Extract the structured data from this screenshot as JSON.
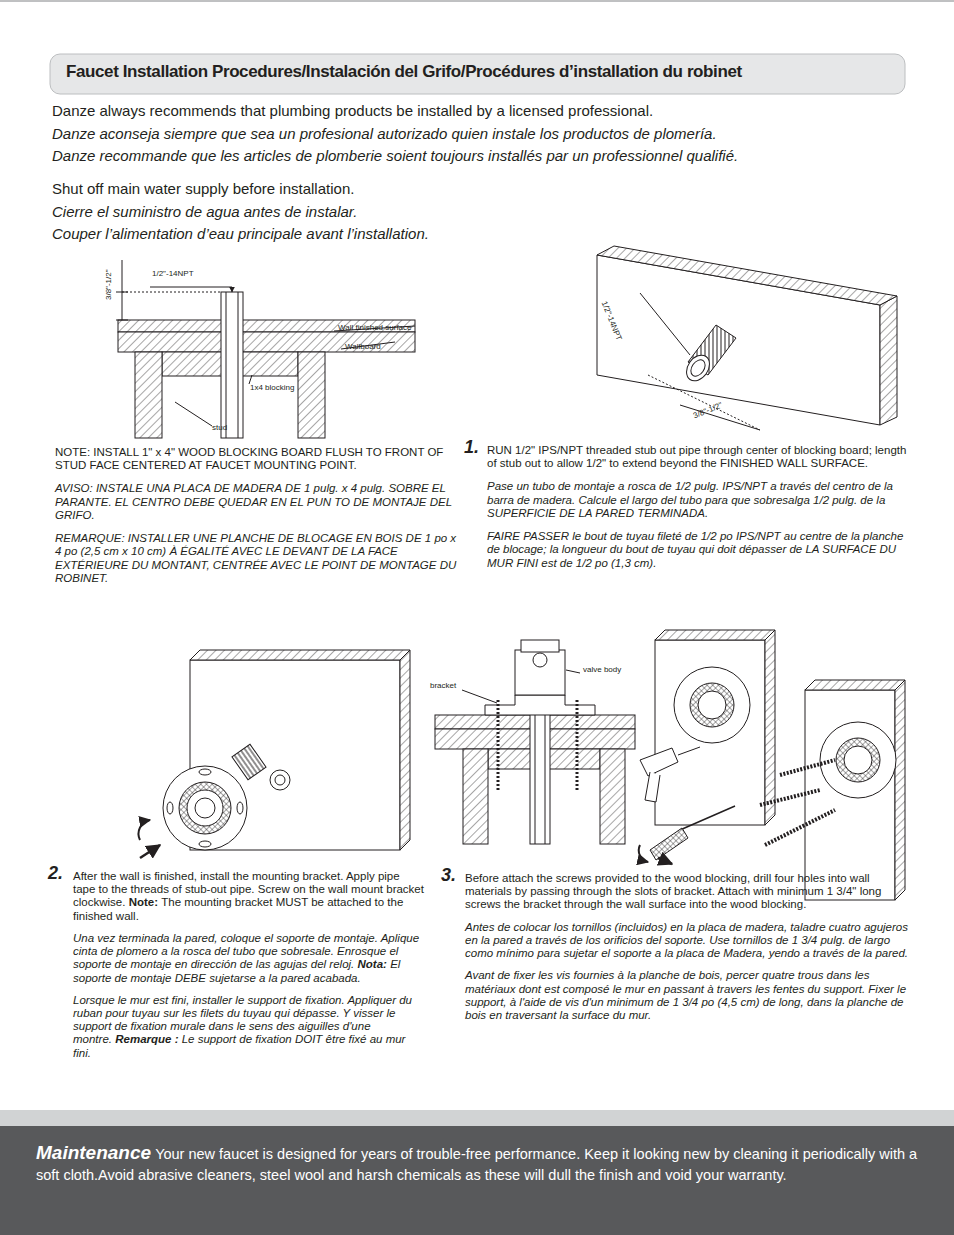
{
  "diagram": {
    "title": "Faucet Installation Procedures/Instalación del Grifo/Procédures d’installation du robinet",
    "nodes": [
      {
        "text": [
          "Maintenance",
          "Your new faucet is designed for years of trouble-free performance. Keep it looking new by cleaning it periodically with a soft cloth.Avoid abrasive cleaners, steel wool and harsh chemicals as these will dull the finish and void your warranty."
        ]
      }
    ],
    "labels": [
      "Danze always recommends that plumbing products be installed by a licensed professional.",
      "Danze aconseja siempre que sea un profesional autorizado quien instale los productos de plomería.",
      "Danze recommande que les articles de plomberie soient toujours installés par un professionnel qualifié.",
      "Shut off main water supply before installation.",
      "Cierre el suministro de agua antes de instalar.",
      "Couper l’alimentation d’eau principale avant l’installation.",
      "3/8\"-1/2\"",
      "1/2\"-14NPT",
      "Wall finished surface",
      "Wallboard",
      "1x4 blocking",
      "stud",
      "1/2\"-14NPT",
      "3/8\"-1/2\"",
      "NOTE: INSTALL 1\" x 4\" WOOD BLOCKING BOARD FLUSH TO FRONT OF STUD FACE CENTERED AT FAUCET MOUNTING POINT.",
      "AVISO: INSTALE UNA PLACA DE MADERA DE 1 pulg. x 4 pulg. SOBRE EL PARANTE. EL CENTRO DEBE QUEDAR EN EL PUN TO DE MONTAJE DEL GRIFO.",
      "REMARQUE: INSTALLER UNE PLANCHE DE BLOCAGE EN BOIS DE 1 po x 4 po (2,5 cm x 10 cm) À ÉGALITÉ AVEC LE DEVANT DE LA FACE EXTÉRIEURE DU MONTANT, CENTRÉE AVEC LE POINT DE MONTAGE DU ROBINET.",
      "1.",
      "RUN 1/2\" IPS/NPT threaded stub out pipe through center of blocking board; length of stub out to allow 1/2\" to extend beyond the FINISHED WALL SURFACE.",
      "Pase un tubo de montaje a rosca de 1/2 pulg. IPS/NPT a través del centro de la barra de madera. Calcule el largo del tubo para que sobresalga 1/2 pulg. de la SUPERFICIE DE LA PARED TERMINADA.",
      "FAIRE PASSER le bout de tuyau fileté de 1/2 po IPS/NPT au centre de la planche de blocage; la longueur du bout de tuyau qui doit dépasser de LA SURFACE DU MUR FINI est de 1/2 po (1,3 cm).",
      "bracket",
      "valve body",
      "2.",
      "After the wall is finished, install the mounting bracket. Apply pipe tape to the threads of stub-out pipe. Screw on the wall mount bracket clockwise.",
      "Note:",
      "The mounting bracket MUST be attached to the finished wall.",
      "Una vez terminada la pared, coloque el soporte de montaje. Aplique cinta de plomero a la rosca del tubo que sobresale. Enrosque el soporte de montaje en dirección de las agujas del reloj.",
      "Nota:",
      "El soporte de montaje DEBE sujetarse a la pared acabada.",
      "Lorsque le mur est fini, installer le support de fixation. Appliquer du ruban pour tuyau sur les filets du tuyau qui dépasse. Y visser le support de fixation murale dans le sens des aiguilles d'une montre.",
      "Remarque :",
      "Le support de fixation DOIT être fixé au mur fini.",
      "3.",
      "Before attach the screws provided to the wood blocking, drill four holes into wall materials by passing through the slots of bracket. Attach with minimum 1 3/4\" long screws the bracket through the wall surface into the wood blocking.",
      "Antes de colocar los tornillos (incluidos) en la placa de madera, taladre cuatro agujeros en la pared a través de los orificios del soporte. Use tornillos de 1 3/4 pulg. de largo como mínimo para sujetar el soporte a la placa de Madera, yendo a través de la pared.",
      "Avant de fixer les vis fournies à la planche de bois, percer quatre trous dans les matériaux dont est composé le mur en passant à travers les fentes du support. Fixer le support, à l'aide de vis d'un minimum de 1 3/4 po (4,5 cm) de long, dans la planche de bois en traversant la surface du mur."
    ]
  }
}
